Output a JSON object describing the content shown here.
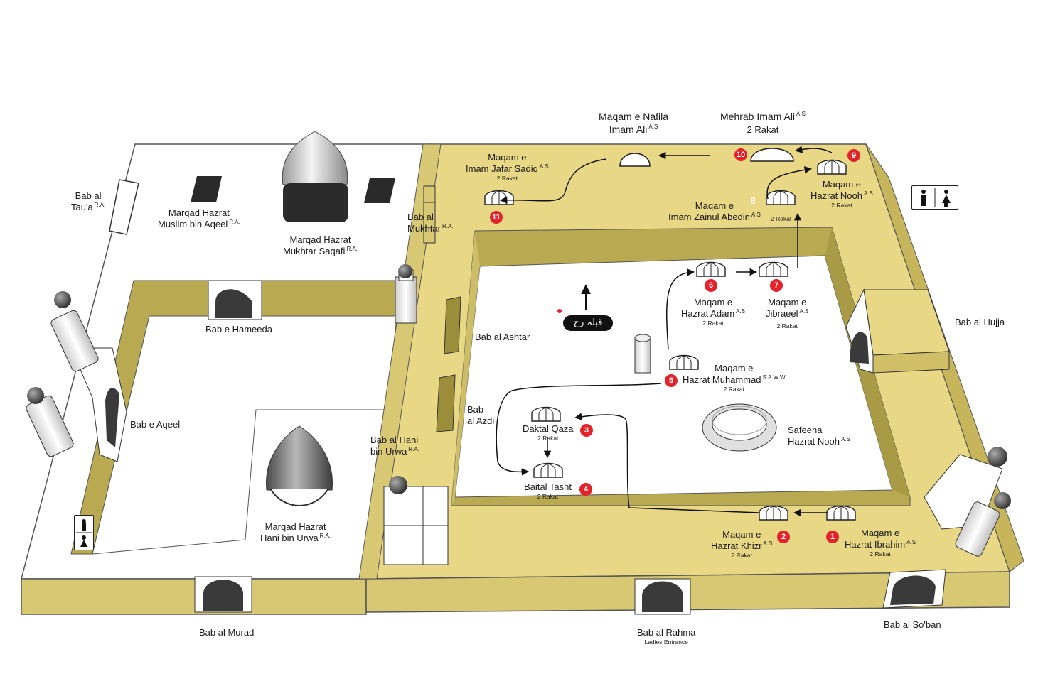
{
  "colors": {
    "courtyard_wall": "#e8d784",
    "wall_side": "#b3a448",
    "wall_inner": "#c9b85e",
    "floor": "#ffffff",
    "badge": "#e3232b",
    "dome_dark": "#6b6b6b"
  },
  "icons": {
    "restroom": "restroom-icon",
    "mihrab": "mihrab-arch-icon",
    "gate": "gate-arch-icon",
    "minaret": "minaret-icon",
    "dome": "dome-icon"
  },
  "labels": {
    "bab_tau_a": {
      "line1": "Bab al",
      "line2": "Tau'a",
      "sup": "R.A."
    },
    "marqad_muslim": {
      "line1": "Marqad Hazrat",
      "line2": "Muslim bin Aqeel",
      "sup": "R.A."
    },
    "marqad_mukhtar": {
      "line1": "Marqad Hazrat",
      "line2": "Mukhtar Saqafi",
      "sup": "R.A."
    },
    "bab_mukhtar": {
      "line1": "Bab al",
      "line2": "Mukhtar",
      "sup": "R.A."
    },
    "bab_hameeda": "Bab e Hameeda",
    "bab_aqeel": "Bab e Aqeel",
    "bab_ashtar": "Bab al Ashtar",
    "bab_azdi": {
      "line1": "Bab",
      "line2": "al Azdi"
    },
    "bab_hani": {
      "line1": "Bab al Hani",
      "line2": "bin Urwa",
      "sup": "R.A."
    },
    "marqad_hani": {
      "line1": "Marqad Hazrat",
      "line2": "Hani bin Urwa",
      "sup": "R.A."
    },
    "bab_murad": "Bab al Murad",
    "bab_rahma": {
      "line1": "Bab al Rahma",
      "line2": "Ladies Entrance"
    },
    "bab_soban": "Bab al So'ban",
    "bab_hujja": "Bab al Hujja",
    "qibla": "قبلہ رخ",
    "safeena": {
      "line1": "Safeena",
      "line2": "Hazrat Nooh",
      "sup": "A.S"
    },
    "maqam_nafila": {
      "line1": "Maqam e Nafila",
      "line2": "Imam Ali",
      "sup": "A.S"
    },
    "mehrab_ali": {
      "line1": "Mehrab Imam Ali",
      "sup": "A.S",
      "line2": "2 Rakat"
    },
    "maqam_jafar": {
      "line1": "Maqam e",
      "line2": "Imam Jafar Sadiq",
      "sup": "A.S",
      "rakat": "2 Rakat"
    },
    "maqam_zainul": {
      "line1": "Maqam e",
      "line2": "Imam Zainul Abedin",
      "sup": "A.S",
      "rakat": "2 Rakat"
    },
    "maqam_nooh": {
      "line1": "Maqam e",
      "line2": "Hazrat Nooh",
      "sup": "A.S",
      "rakat": "2 Rakat"
    },
    "maqam_adam": {
      "line1": "Maqam e",
      "line2": "Hazrat Adam",
      "sup": "A.S",
      "rakat": "2 Rakat"
    },
    "maqam_jibraeel": {
      "line1": "Maqam e",
      "line2": "Jibraeel",
      "sup": "A.S",
      "rakat": "2 Rakat"
    },
    "maqam_muhammad": {
      "line1": "Maqam e",
      "line2": "Hazrat Muhammad",
      "sup": "S.A.W.W",
      "rakat": "2 Rakat"
    },
    "daktal_qaza": {
      "line1": "Daktal Qaza",
      "rakat": "2 Rakat"
    },
    "baital_tasht": {
      "line1": "Baital Tasht",
      "rakat": "2 Rakat"
    },
    "maqam_khizr": {
      "line1": "Maqam e",
      "line2": "Hazrat Khizr",
      "sup": "A.S",
      "rakat": "2 Rakat"
    },
    "maqam_ibrahim": {
      "line1": "Maqam e",
      "line2": "Hazrat Ibrahim",
      "sup": "A.S",
      "rakat": "2 Rakat"
    }
  },
  "steps": [
    "1",
    "2",
    "3",
    "4",
    "5",
    "6",
    "7",
    "8",
    "9",
    "10",
    "11"
  ]
}
